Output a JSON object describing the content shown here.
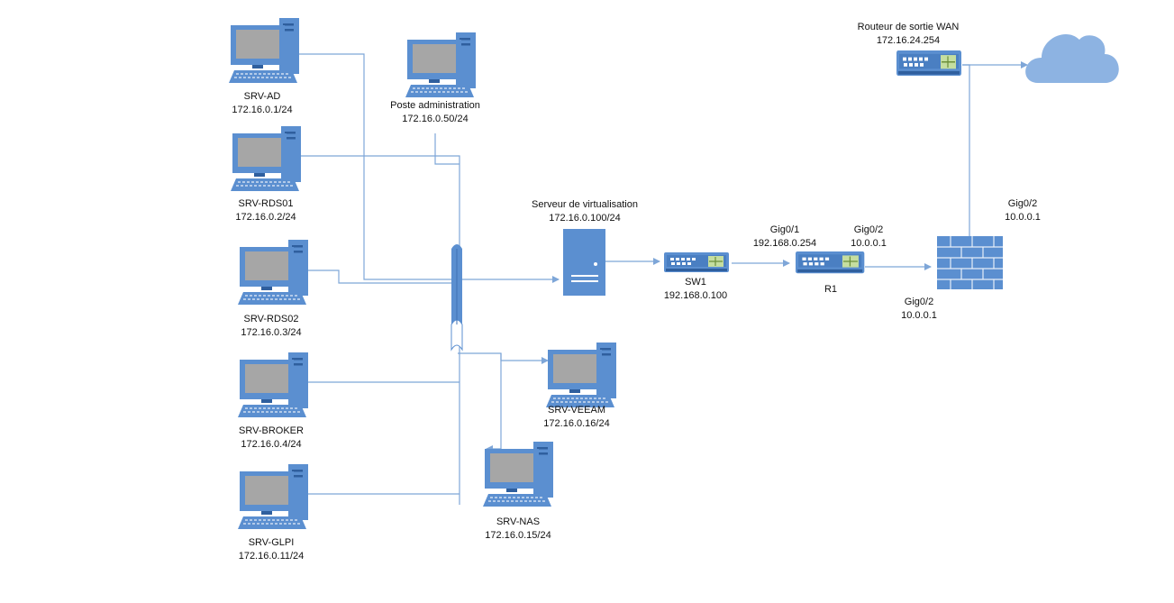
{
  "colors": {
    "line": "#7ea6d8",
    "device": "#5b8fd0",
    "device_dark": "#2f5f9e",
    "screen": "#a6a6a6",
    "cloud": "#8db3e2",
    "router_accent": "#c5dea0",
    "text": "#111111"
  },
  "workstations": [
    {
      "id": "srv-ad",
      "name": "SRV-AD",
      "ip": "172.16.0.1/24"
    },
    {
      "id": "srv-rds01",
      "name": "SRV-RDS01",
      "ip": "172.16.0.2/24"
    },
    {
      "id": "srv-rds02",
      "name": "SRV-RDS02",
      "ip": "172.16.0.3/24"
    },
    {
      "id": "srv-broker",
      "name": "SRV-BROKER",
      "ip": "172.16.0.4/24"
    },
    {
      "id": "srv-glpi",
      "name": "SRV-GLPI",
      "ip": "172.16.0.11/24"
    },
    {
      "id": "poste-admin",
      "name": "Poste administration",
      "ip": "172.16.0.50/24"
    },
    {
      "id": "srv-veeam",
      "name": "SRV-VEEAM",
      "ip": "172.16.0.16/24"
    },
    {
      "id": "srv-nas",
      "name": "SRV-NAS",
      "ip": "172.16.0.15/24"
    }
  ],
  "virt_server": {
    "name": "Serveur de virtualisation",
    "ip": "172.16.0.100/24"
  },
  "switch": {
    "name": "SW1",
    "ip": "192.168.0.100"
  },
  "router": {
    "name": "R1",
    "left_port": {
      "name": "Gig0/1",
      "ip": "192.168.0.254"
    },
    "right_port": {
      "name": "Gig0/2",
      "ip": "10.0.0.1"
    }
  },
  "firewall": {
    "port_bottom": {
      "name": "Gig0/2",
      "ip": "10.0.0.1"
    },
    "port_top": {
      "name": "Gig0/2",
      "ip": "10.0.0.1"
    }
  },
  "wan_router": {
    "name": "Routeur de sortie WAN",
    "ip": "172.16.24.254"
  },
  "cloud": {
    "icon": "cloud-icon"
  }
}
